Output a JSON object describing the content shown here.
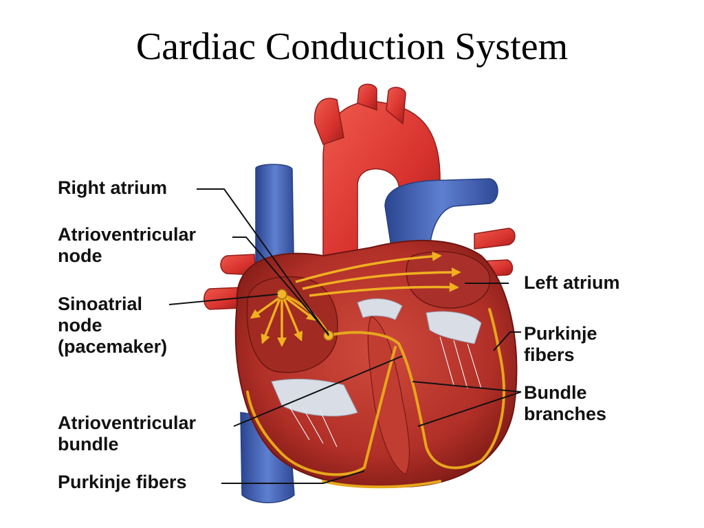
{
  "title": "Cardiac Conduction System",
  "colors": {
    "artery_red": "#d8322e",
    "muscle_red": "#b8312a",
    "vein_blue": "#3f5fb0",
    "conduction_yellow": "#e6a61c",
    "valve_tissue": "#d9dde6",
    "leader_line": "#111111"
  },
  "labels": {
    "right_atrium": "Right atrium",
    "av_node": [
      "Atrioventricular",
      "node"
    ],
    "sa_node": [
      "Sinoatrial",
      "node",
      "(pacemaker)"
    ],
    "av_bundle": [
      "Atrioventricular",
      "bundle"
    ],
    "purkinje_left": "Purkinje fibers",
    "left_atrium": "Left atrium",
    "purkinje_right": [
      "Purkinje",
      "fibers"
    ],
    "bundle_branches": [
      "Bundle",
      "branches"
    ]
  }
}
